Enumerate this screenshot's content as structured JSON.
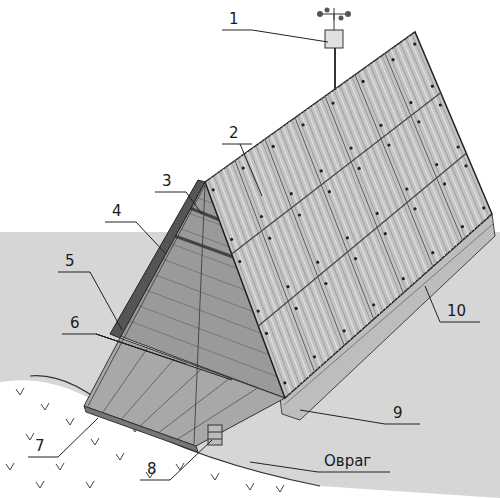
{
  "diagram": {
    "labels": [
      "1",
      "2",
      "3",
      "4",
      "5",
      "6",
      "7",
      "8",
      "9",
      "10",
      "Овраг"
    ]
  }
}
